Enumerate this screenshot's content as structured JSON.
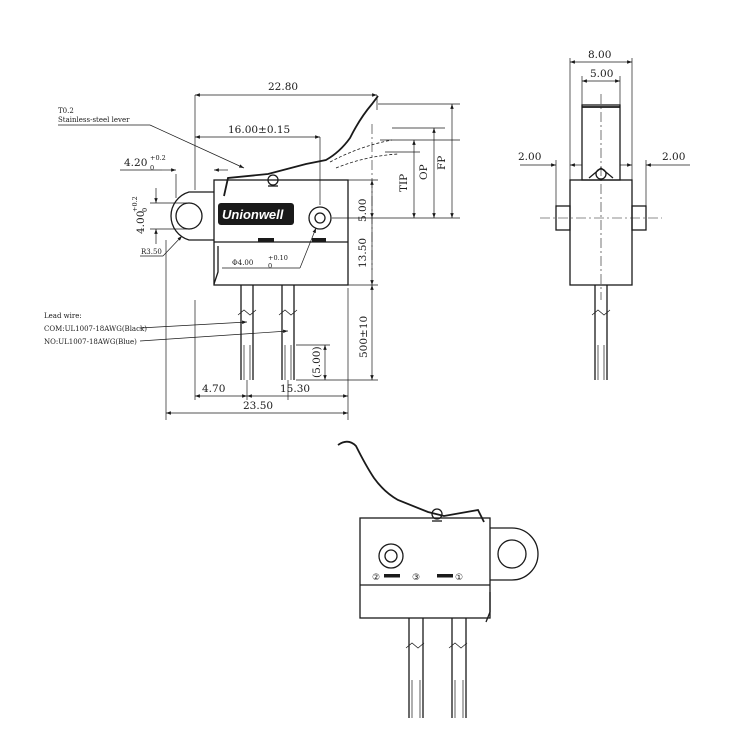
{
  "front_view": {
    "overall_width": "22.80",
    "lever_pivot_distance": "16.00±0.15",
    "lever_note_line1": "T0.2",
    "lever_note_line2": "Stainless-steel lever",
    "hole_offset": "4.20",
    "hole_offset_tol": "+0.2",
    "hole_offset_tol_lower": "0",
    "hole_dia": "4.00",
    "hole_dia_tol": "+0.2",
    "hole_dia_tol_lower": "0",
    "radius": "R3.50",
    "brand": "Unionwell",
    "pin_dia": "Φ4.00",
    "pin_dia_tol": "+0.10",
    "pin_dia_tol_lower": "0",
    "height_top": "5.00",
    "body_height": "13.50",
    "tip_label": "TIP",
    "op_label": "OP",
    "fp_label": "FP",
    "wire_length": "500±10",
    "strip_length": "(5.00)",
    "lead_wire_title": "Lead wire:",
    "lead_wire_com": "COM:UL1007-18AWG(Black)",
    "lead_wire_no": "NO:UL1007-18AWG(Blue)",
    "wire_offset_left": "4.70",
    "wire_spacing": "15.30",
    "total_width": "23.50"
  },
  "side_view": {
    "width_outer": "8.00",
    "width_inner": "5.00",
    "boss_left": "2.00",
    "boss_right": "2.00"
  },
  "rear_view": {
    "terminal_2": "②",
    "terminal_3": "③",
    "terminal_1": "①"
  }
}
